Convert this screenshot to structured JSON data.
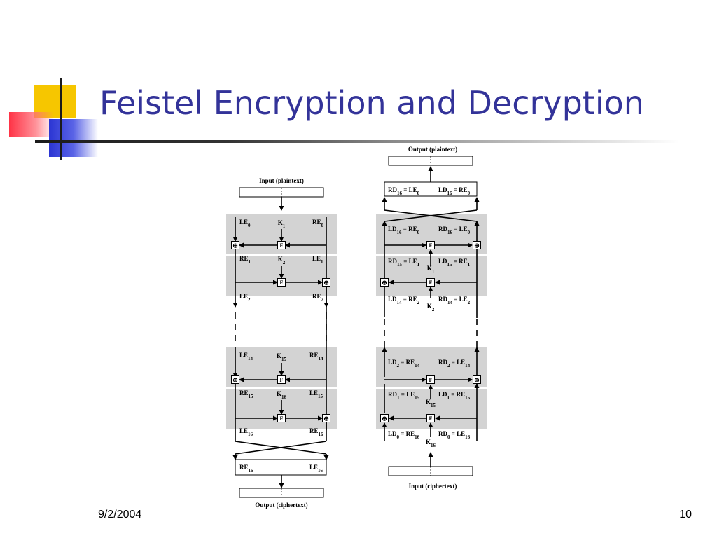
{
  "slide": {
    "title": "Feistel Encryption and Decryption",
    "date": "9/2/2004",
    "page": "10"
  },
  "encryption": {
    "input": "Input (plaintext)",
    "output": "Output (ciphertext)",
    "rows": [
      {
        "left": "LE<sub>0</sub>",
        "key": "K<sub>1</sub>",
        "right": "RE<sub>0</sub>"
      },
      {
        "left": "RE<sub>1</sub>",
        "key": "K<sub>2</sub>",
        "right": "LE<sub>1</sub>"
      },
      {
        "left": "LE<sub>2</sub>",
        "right": "RE<sub>2</sub>"
      },
      {
        "left": "LE<sub>14</sub>",
        "key": "K<sub>15</sub>",
        "right": "RE<sub>14</sub>"
      },
      {
        "left": "RE<sub>15</sub>",
        "key": "K<sub>16</sub>",
        "right": "LE<sub>15</sub>"
      },
      {
        "left": "LE<sub>16</sub>",
        "right": "RE<sub>16</sub>"
      },
      {
        "left": "RE<sub>16</sub>",
        "right": "LE<sub>16</sub>"
      }
    ]
  },
  "decryption": {
    "input": "Input (ciphertext)",
    "output": "Output (plaintext)",
    "rows": [
      {
        "left": "RD<sub>16</sub> = LE<sub>0</sub>",
        "right": "LD<sub>16</sub> = RE<sub>0</sub>"
      },
      {
        "left": "LD<sub>16</sub> = RE<sub>0</sub>",
        "right": "RD<sub>16</sub> = LE<sub>0</sub>"
      },
      {
        "left": "RD<sub>15</sub> = LE<sub>1</sub>",
        "key": "K<sub>1</sub>",
        "right": "LD<sub>15</sub> = RE<sub>1</sub>"
      },
      {
        "left": "LD<sub>14</sub> = RE<sub>2</sub>",
        "key": "K<sub>2</sub>",
        "right": "RD<sub>14</sub> = LE<sub>2</sub>"
      },
      {
        "left": "LD<sub>2</sub> = RE<sub>14</sub>",
        "right": "RD<sub>2</sub> = LE<sub>14</sub>"
      },
      {
        "left": "RD<sub>1</sub> = LE<sub>15</sub>",
        "key": "K<sub>15</sub>",
        "right": "LD<sub>1</sub> = RE<sub>15</sub>"
      },
      {
        "left": "LD<sub>0</sub> = RE<sub>16</sub>",
        "key": "K<sub>16</sub>",
        "right": "RD<sub>0</sub> = LE<sub>16</sub>"
      }
    ]
  },
  "symbols": {
    "function": "F",
    "xor": "⊕"
  },
  "colors": {
    "title": "#333399",
    "band": "#d3d3d3",
    "stroke": "#000000"
  }
}
